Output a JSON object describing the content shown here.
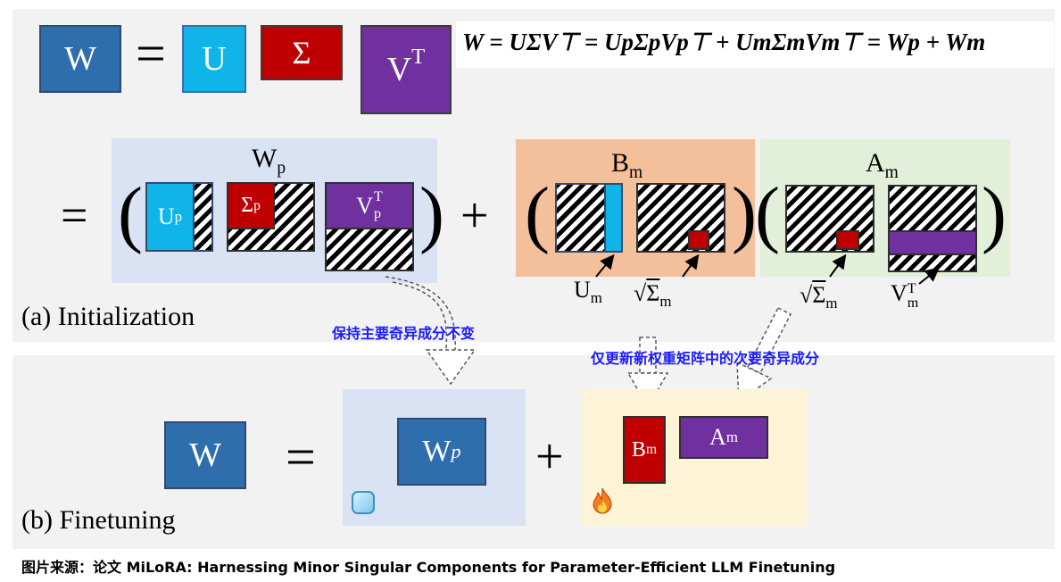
{
  "top": {
    "w": "W",
    "eq": "=",
    "u": "U",
    "sigma": "Σ",
    "v": "V",
    "v_sup": "T",
    "formula": "W = UΣV⊤ = UpΣpVp⊤ + UmΣmVm⊤ = Wp + Wm"
  },
  "init": {
    "eq": "=",
    "wp_label": "W",
    "wp_sub": "p",
    "up": "U",
    "up_sub": "p",
    "sp": "Σ",
    "sp_sub": "p",
    "vp": "V",
    "vp_sub": "p",
    "vp_sup": "T",
    "plus": "+",
    "bm_label": "B",
    "bm_sub": "m",
    "am_label": "A",
    "am_sub": "m",
    "um": "U",
    "um_sub": "m",
    "sqrt": "√",
    "sm": "Σ",
    "sm_sub": "m",
    "vm": "V",
    "vm_sub": "m",
    "vm_sup": "T",
    "paren_open": "(",
    "paren_close": ")",
    "section": "(a) Initialization"
  },
  "notes": {
    "keep": "保持主要奇异成分不变",
    "update": "仅更新新权重矩阵中的次要奇异成分"
  },
  "finetune": {
    "w": "W",
    "eq": "=",
    "wp": "W",
    "wp_sub": "p",
    "plus": "+",
    "bm": "B",
    "bm_sub": "m",
    "am": "A",
    "am_sub": "m",
    "section": "(b) Finetuning"
  },
  "caption": "图片来源：论文 MiLoRA: Harnessing Minor Singular Components for Parameter-Efficient LLM Finetuning",
  "colors": {
    "blue": "#2e6ead",
    "cyan": "#0fb4e8",
    "red": "#c00000",
    "purple": "#7030a0",
    "light_blue_bg": "#dae3f3",
    "orange_bg": "#f4c09b",
    "green_bg": "#e2efd9",
    "yellow_bg": "#fdf3d7",
    "note_blue": "#1a1aff"
  },
  "icons": [
    "snowflake-ice-icon",
    "fire-icon"
  ]
}
